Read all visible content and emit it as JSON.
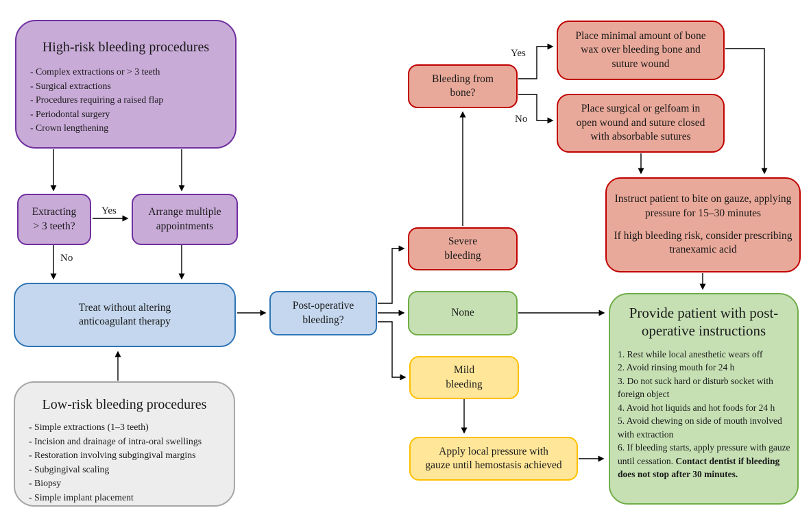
{
  "diagram": {
    "colors": {
      "purple-fill": "#c9abd8",
      "purple-border": "#7030a0",
      "blue-fill": "#c4d7ee",
      "blue-border": "#2e75b6",
      "red-fill": "#e9a99a",
      "red-border": "#c00000",
      "green-fill": "#c6e0b4",
      "green-border": "#70ad47",
      "yellow-fill": "#ffe699",
      "yellow-border": "#ffc000",
      "gray-fill": "#ededed",
      "gray-border": "#a6a6a6",
      "arrow": "#000000"
    },
    "boxes": {
      "high_risk": {
        "title": "High-risk bleeding procedures",
        "items": [
          "- Complex extractions or > 3 teeth",
          "- Surgical extractions",
          "- Procedures requiring a raised flap",
          "- Periodontal surgery",
          "- Crown lengthening"
        ]
      },
      "extracting": {
        "lines": [
          "Extracting",
          "> 3 teeth?"
        ]
      },
      "arrange": {
        "lines": [
          "Arrange multiple",
          "appointments"
        ]
      },
      "treat": {
        "lines": [
          "Treat without altering",
          "anticoagulant therapy"
        ]
      },
      "low_risk": {
        "title": "Low-risk bleeding procedures",
        "items": [
          "- Simple extractions (1–3 teeth)",
          "- Incision and drainage of intra-oral swellings",
          "- Restoration involving subgingival margins",
          "- Subgingival scaling",
          "- Biopsy",
          "- Simple implant placement"
        ]
      },
      "postop": {
        "lines": [
          "Post-operative",
          "bleeding?"
        ]
      },
      "bone": {
        "lines": [
          "Bleeding from",
          "bone?"
        ]
      },
      "severe": {
        "lines": [
          "Severe",
          "bleeding"
        ]
      },
      "none": {
        "lines": [
          "None"
        ]
      },
      "mild": {
        "lines": [
          "Mild",
          "bleeding"
        ]
      },
      "bonewax": {
        "lines": [
          "Place minimal amount of bone",
          "wax over bleeding bone and",
          "suture wound"
        ]
      },
      "gelfoam": {
        "lines": [
          "Place surgical or gelfoam in",
          "open wound and suture closed",
          "with absorbable sutures"
        ]
      },
      "instruct": {
        "para1": "Instruct patient to bite on gauze, applying pressure for 15–30 minutes",
        "para2": "If high bleeding risk, consider prescribing tranexamic acid"
      },
      "apply": {
        "lines": [
          "Apply local pressure with",
          "gauze until hemostasis achieved"
        ]
      },
      "provide": {
        "title": "Provide patient with post-operative instructions",
        "items": [
          "1. Rest while local anesthetic wears off",
          "2. Avoid rinsing mouth for 24 h",
          "3. Do not suck hard or disturb socket with foreign object",
          "4. Avoid hot liquids and hot foods for 24 h",
          "5. Avoid chewing on side of mouth involved with extraction"
        ],
        "item6_normal": "6. If bleeding starts, apply pressure with gauze until cessation. ",
        "item6_bold": "Contact dentist if bleeding does not stop after 30 minutes."
      }
    },
    "edge_labels": {
      "yes_extract": "Yes",
      "no_extract": "No",
      "yes_bone": "Yes",
      "no_bone": "No"
    }
  }
}
